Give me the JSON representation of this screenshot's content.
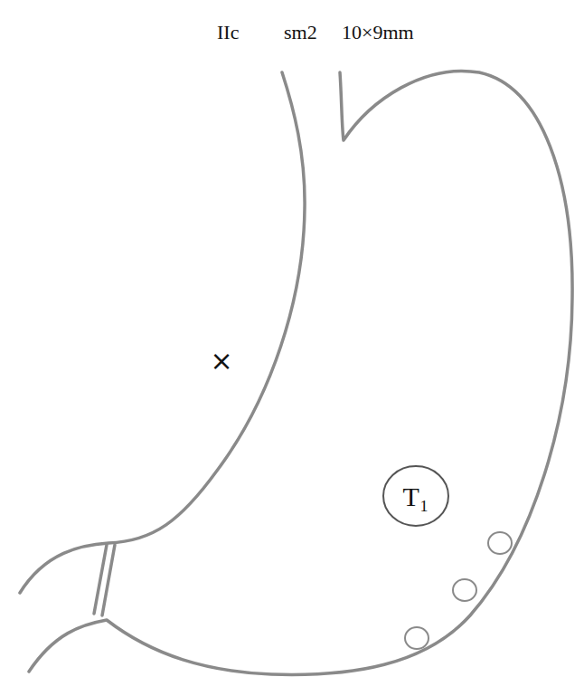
{
  "diagram": {
    "nodes": [
      {
        "text": [
          "T₁"
        ]
      }
    ],
    "labels": [
      "IIc",
      "sm2",
      "10×9mm",
      "×"
    ]
  }
}
